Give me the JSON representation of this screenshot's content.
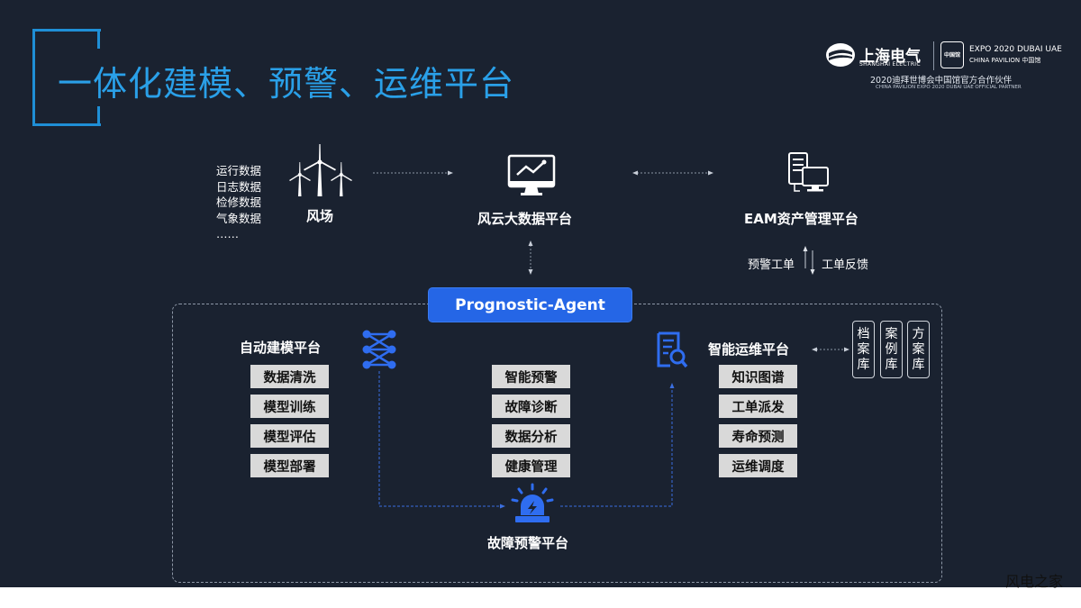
{
  "title": "一体化建模、预警、运维平台",
  "logo": {
    "company_cn": "上海电气",
    "company_en": "SHANGHAI ELECTRIC",
    "expo_badge": "中国馆",
    "expo_line1": "EXPO 2020 DUBAI UAE",
    "expo_line2": "CHINA PAVILION 中国馆",
    "partner_cn": "2020迪拜世博会中国馆官方合作伙伴",
    "partner_en": "CHINA PAVILION EXPO 2020 DUBAI UAE OFFICIAL PARTNER"
  },
  "data_sources": [
    "运行数据",
    "日志数据",
    "检修数据",
    "气象数据",
    "……"
  ],
  "nodes": {
    "wind_farm": "风场",
    "big_data": "风云大数据平台",
    "eam": "EAM资产管理平台",
    "agent": "Prognostic-Agent",
    "auto_modeling": "自动建模平台",
    "smart_om": "智能运维平台",
    "fault_warning": "故障预警平台"
  },
  "eam_links": {
    "up": "预警工单",
    "down": "工单反馈"
  },
  "modeling_modules": [
    "数据清洗",
    "模型训练",
    "模型评估",
    "模型部署"
  ],
  "center_modules": [
    "智能预警",
    "故障诊断",
    "数据分析",
    "健康管理"
  ],
  "om_modules": [
    "知识图谱",
    "工单派发",
    "寿命预测",
    "运维调度"
  ],
  "libraries": [
    [
      "档",
      "案",
      "库"
    ],
    [
      "案",
      "例",
      "库"
    ],
    [
      "方",
      "案",
      "库"
    ]
  ],
  "watermark": "风电之家",
  "colors": {
    "accent": "#2aa0e8",
    "agent": "#2566e6",
    "background": "#1a2230",
    "module": "#d9d9d9",
    "icon_blue": "#2f6df0"
  },
  "icons": [
    "wind-turbine-icon",
    "monitor-chart-icon",
    "server-computer-icon",
    "neural-network-icon",
    "document-search-icon",
    "alarm-light-icon"
  ]
}
